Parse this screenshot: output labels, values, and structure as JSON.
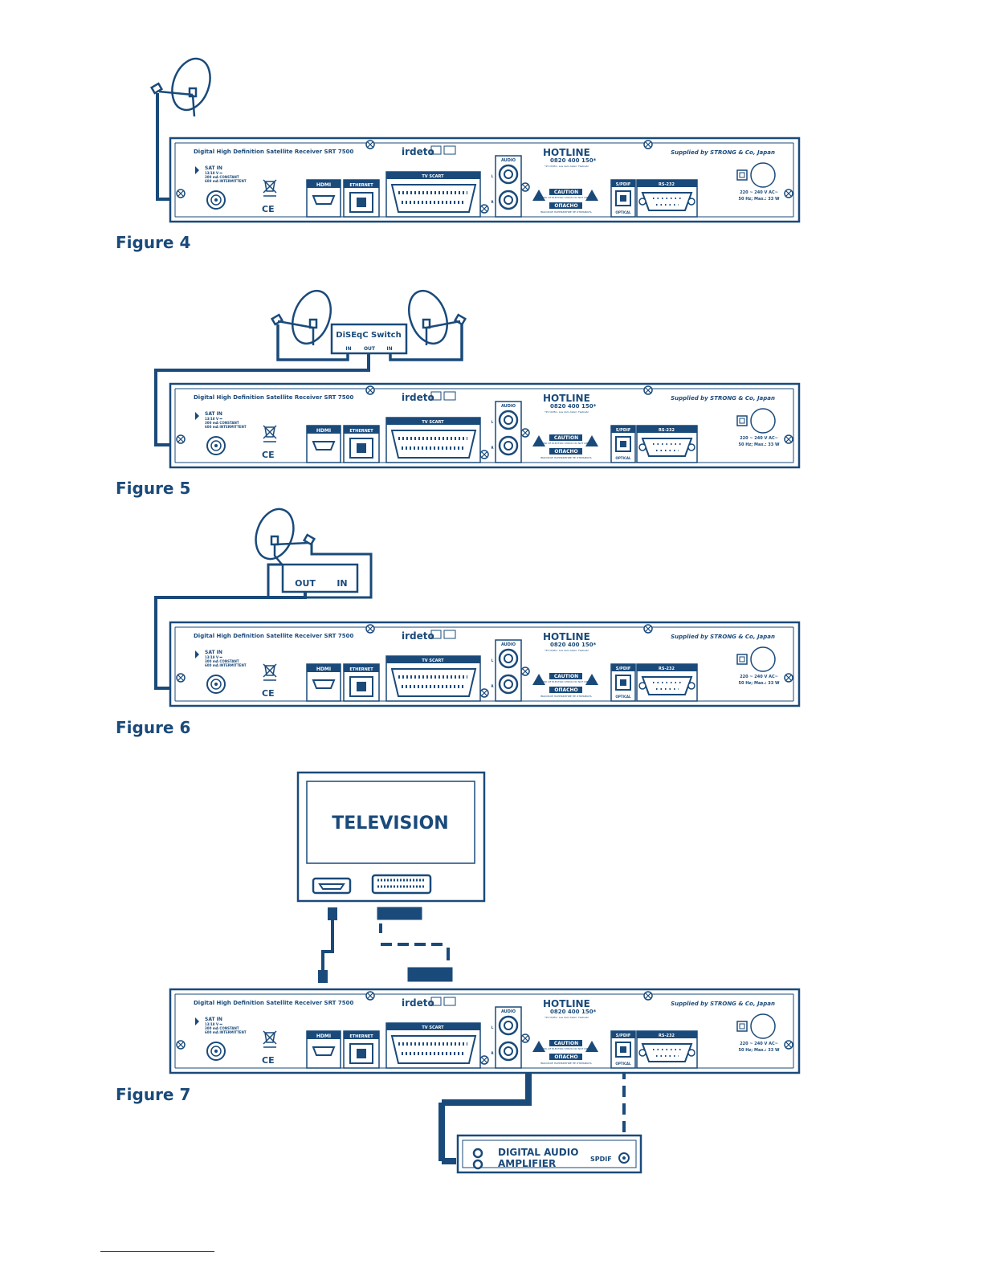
{
  "colors": {
    "ink": "#1a4a7a",
    "background": "#ffffff"
  },
  "figures": [
    {
      "label": "Figure 4",
      "variant": "single-dish"
    },
    {
      "label": "Figure 5",
      "variant": "diseqc"
    },
    {
      "label": "Figure 6",
      "variant": "loop-through"
    },
    {
      "label": "Figure 7",
      "variant": "tv-and-amplifier"
    }
  ],
  "receiver": {
    "title": "Digital High Definition Satellite Receiver SRT 7500",
    "brand": "irdeto",
    "hotline_title": "HOTLINE",
    "hotline_number": "0820 400 150*",
    "hotline_note": "*25 Ct/Min. aus dem österr. Festnetz",
    "supplier": "Supplied by STRONG & Co, Japan",
    "sat_in": "SAT IN",
    "sat_in_spec": [
      "13/18 V ⎓",
      "300 mA CONSTANT",
      "600 mA INTERMITTENT"
    ],
    "hdmi": "HDMI",
    "ethernet": "ETHERNET",
    "tv_scart": "TV SCART",
    "audio": "AUDIO",
    "audio_l": "L",
    "audio_r": "R",
    "caution": "CAUTION",
    "caution_note": "RISK OF ELECTRIC SHOCK DO NOT OPEN",
    "warning_ru": "ОПАСНО",
    "warning_ru_note": "ВЫСОКОЕ НАПРЯЖЕНИЕ НЕ ОТКРЫВАТЬ",
    "spdif": "S/PDIF",
    "optical": "OPTICAL",
    "rs232": "RS-232",
    "power_spec_1": "220 ~ 240 V AC~",
    "power_spec_2": "50 Hz; Max.: 33 W",
    "ce_mark": "CE"
  },
  "diseqc": {
    "title": "DiSEqC Switch",
    "in_label": "IN",
    "out_label": "OUT"
  },
  "loop_box": {
    "out_label": "OUT",
    "in_label": "IN"
  },
  "television": {
    "label": "TELEVISION"
  },
  "amplifier": {
    "line1": "DIGITAL AUDIO",
    "line2": "AMPLIFIER",
    "spdif": "SPDIF"
  }
}
